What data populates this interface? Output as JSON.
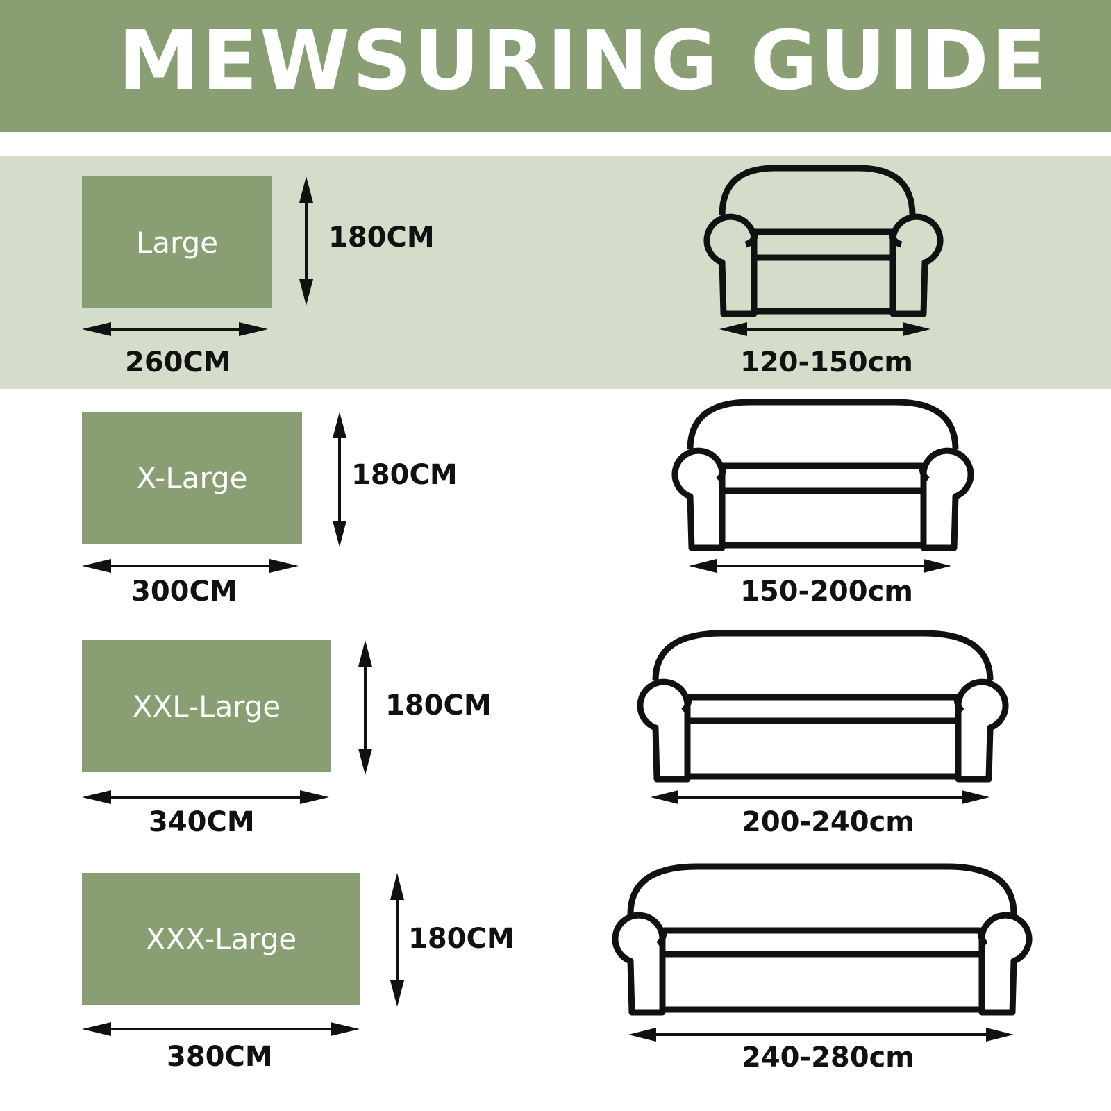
{
  "header": {
    "title": "MEWSURING GUIDE"
  },
  "sizes": [
    {
      "label": "Large",
      "height": "180CM",
      "width": "260CM",
      "sofa_range": "120-150cm"
    },
    {
      "label": "X-Large",
      "height": "180CM",
      "width": "300CM",
      "sofa_range": "150-200cm"
    },
    {
      "label": "XXL-Large",
      "height": "180CM",
      "width": "340CM",
      "sofa_range": "200-240cm"
    },
    {
      "label": "XXX-Large",
      "height": "180CM",
      "width": "380CM",
      "sofa_range": "240-280cm"
    }
  ],
  "colors": {
    "header": "#899e72",
    "band": "#d3ddca",
    "box": "#899e72",
    "ink": "#111111"
  },
  "icons": [
    "double-arrow-icon",
    "sofa-icon"
  ]
}
